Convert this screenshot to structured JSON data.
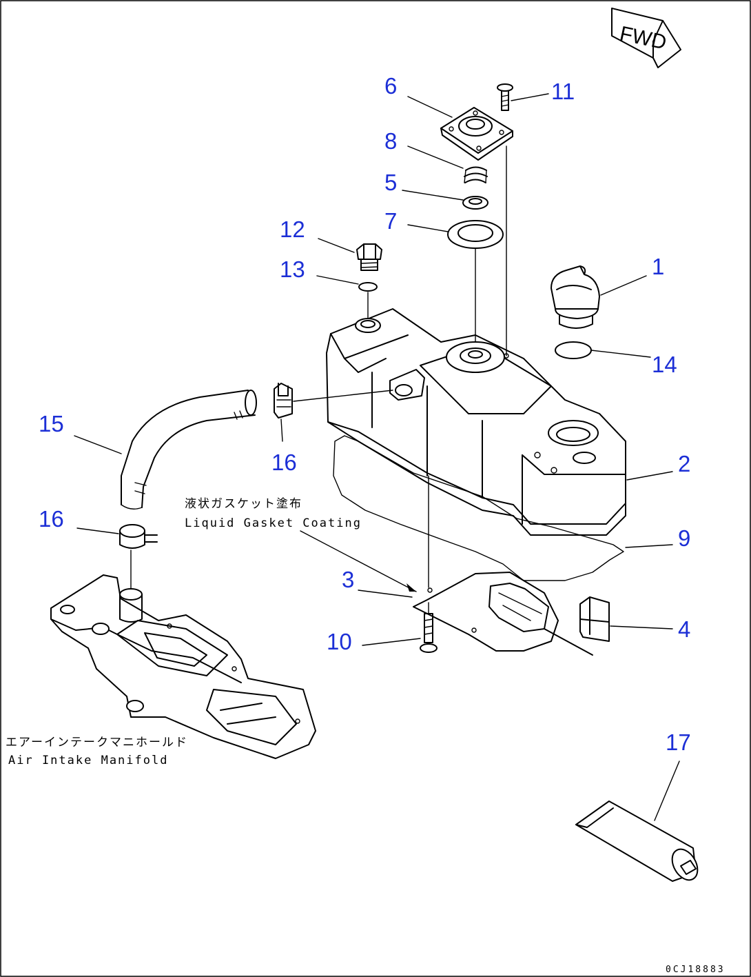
{
  "fwd_label": "FWD",
  "callouts": {
    "c1": "1",
    "c2": "2",
    "c3": "3",
    "c4": "4",
    "c5": "5",
    "c6": "6",
    "c7": "7",
    "c8": "8",
    "c9": "9",
    "c10": "10",
    "c11": "11",
    "c12": "12",
    "c13": "13",
    "c14": "14",
    "c15": "15",
    "c16a": "16",
    "c16b": "16",
    "c17": "17"
  },
  "notes": {
    "gasket_jp": "液状ガスケット塗布",
    "gasket_en": "Liquid Gasket Coating",
    "manifold_jp": "エアーインテークマニホールド",
    "manifold_en": "Air Intake Manifold"
  },
  "drawing_code": "0CJ18883",
  "colors": {
    "callout": "#1c2fd6",
    "line": "#000000",
    "background": "#ffffff"
  }
}
